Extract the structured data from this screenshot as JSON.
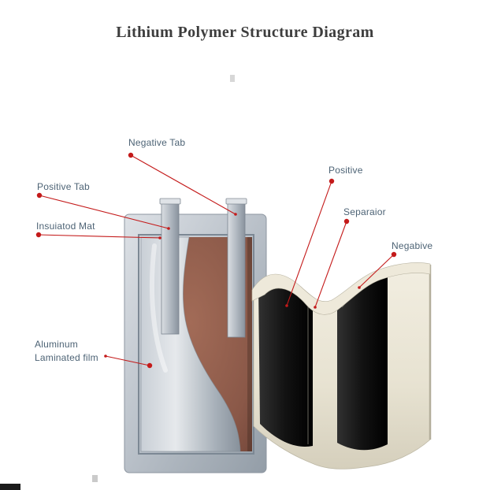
{
  "title": "Lithium Polymer Structure Diagram",
  "labels": {
    "negative_tab": "Negative Tab",
    "positive_tab": "Positive Tab",
    "insulated_mat": "Insuiatod Mat",
    "aluminum_line1": "Aluminum",
    "aluminum_line2": "Laminated film",
    "positive": "Positive",
    "separator": "Separaior",
    "negative": "Negabive"
  },
  "colors": {
    "leader_red": "#c41a1a",
    "label_text": "#4d6375",
    "title_text": "#3d3d3d",
    "case_silver": "#b9c0c9",
    "interior_brown": "#8a5848",
    "sheet_cream": "#e7e2d1",
    "sheet_black": "#111111",
    "background": "#ffffff"
  }
}
